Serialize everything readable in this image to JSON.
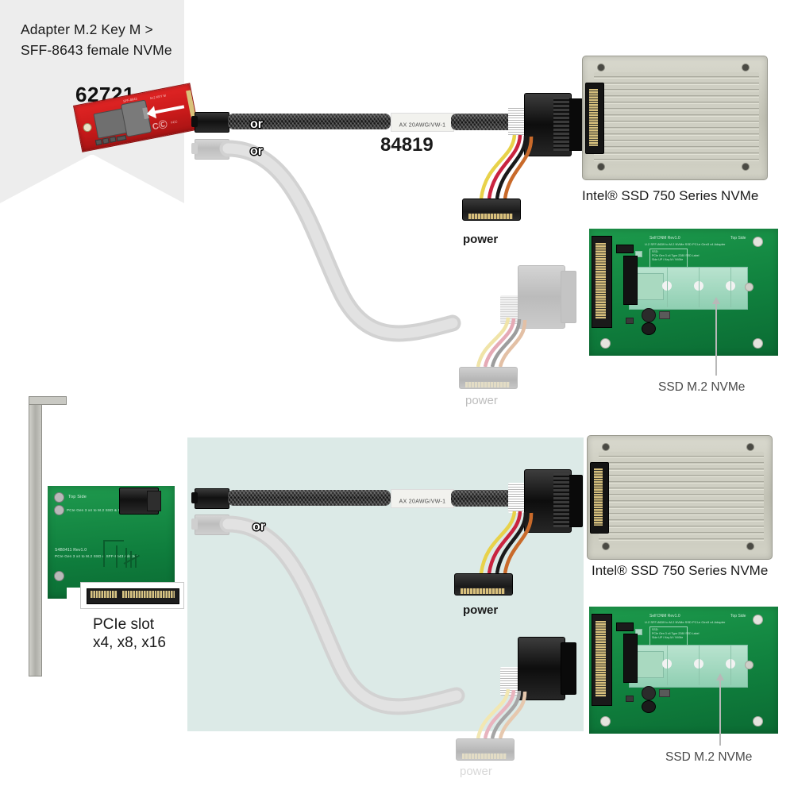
{
  "diagram": {
    "title": "SFF-8643 NVMe adapter connection diagram",
    "background_color": "#ffffff",
    "highlight_panel_color": "#dceae7",
    "callout_bg_color": "#ededed"
  },
  "callout": {
    "title_line1": "Adapter M.2 Key M >",
    "title_line2": "SFF-8643 female NVMe",
    "part_number": "62721"
  },
  "top_row": {
    "cable": {
      "part_number": "84819",
      "label_text": "AX 20AWG/VW-1",
      "or_label_black": "or",
      "or_label_grey": "or",
      "power_label": "power",
      "power_label_ghost": "power"
    },
    "ssd": {
      "label": "Intel® SSD 750 Series NVMe"
    },
    "m2_adapter": {
      "label": "SSD M.2 NVMe",
      "silk_top_side": "Top Side",
      "silk_rev": "Self DNM Rev1.0"
    }
  },
  "bottom_row": {
    "pcie_card": {
      "slot_label_line1": "PCIe slot",
      "slot_label_line2": "x4, x8, x16",
      "silk_top_side": "Top Side",
      "silk_rev": "S4B0411  Rev1.0",
      "silk_desc": "PCIe Gen 3 x4 to M.2 SSD & SFF-8643 Adapter"
    },
    "cable": {
      "label_text": "AX 20AWG/VW-1",
      "or_label_grey": "or",
      "power_label": "power",
      "power_label_ghost": "power"
    },
    "ssd": {
      "label": "Intel® SSD 750 Series NVMe"
    },
    "m2_adapter": {
      "label": "SSD M.2 NVMe",
      "silk_top_side": "Top Side",
      "silk_rev": "Self DNM Rev1.0"
    }
  }
}
